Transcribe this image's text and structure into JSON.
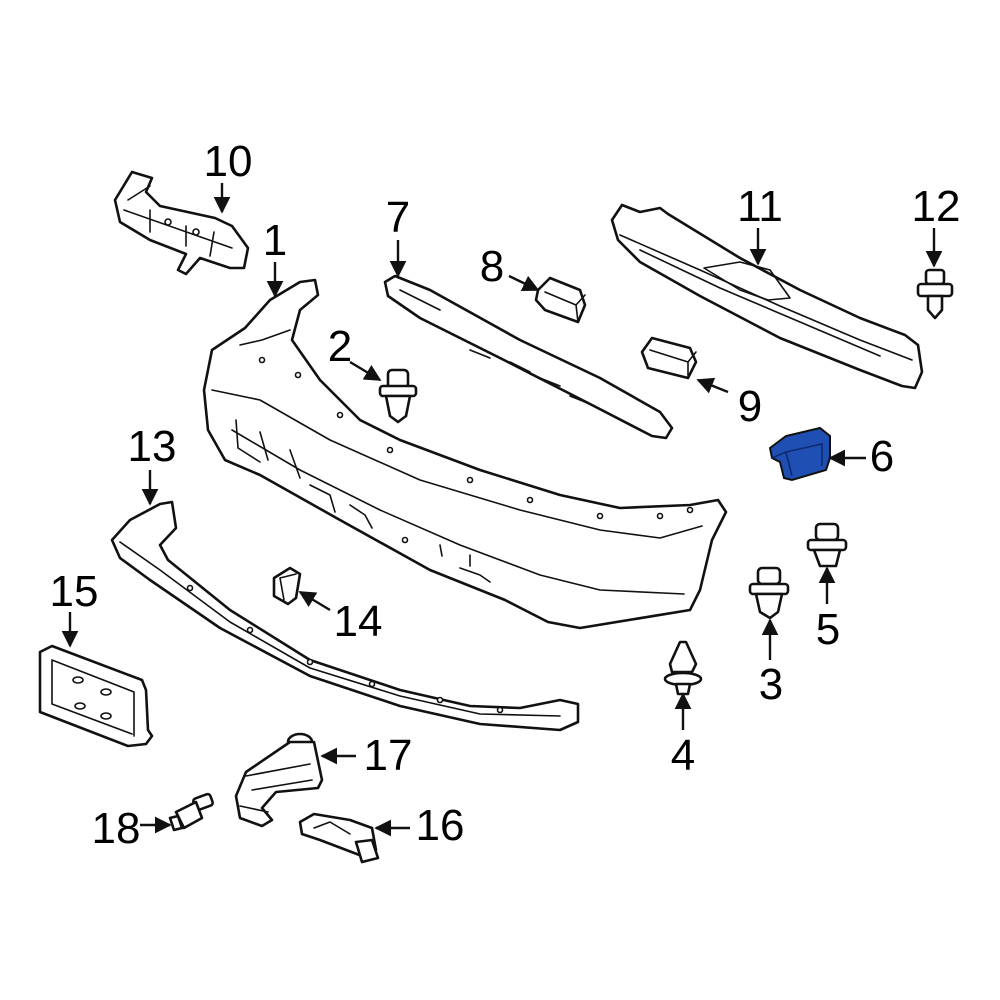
{
  "diagram": {
    "highlight_color": "#1f4fb3",
    "line_color": "#111111",
    "callouts": [
      {
        "id": "1",
        "label": "1"
      },
      {
        "id": "2",
        "label": "2"
      },
      {
        "id": "3",
        "label": "3"
      },
      {
        "id": "4",
        "label": "4"
      },
      {
        "id": "5",
        "label": "5"
      },
      {
        "id": "6",
        "label": "6",
        "highlighted": true
      },
      {
        "id": "7",
        "label": "7"
      },
      {
        "id": "8",
        "label": "8"
      },
      {
        "id": "9",
        "label": "9"
      },
      {
        "id": "10",
        "label": "10"
      },
      {
        "id": "11",
        "label": "11"
      },
      {
        "id": "12",
        "label": "12"
      },
      {
        "id": "13",
        "label": "13"
      },
      {
        "id": "14",
        "label": "14"
      },
      {
        "id": "15",
        "label": "15"
      },
      {
        "id": "16",
        "label": "16"
      },
      {
        "id": "17",
        "label": "17"
      },
      {
        "id": "18",
        "label": "18"
      }
    ]
  }
}
